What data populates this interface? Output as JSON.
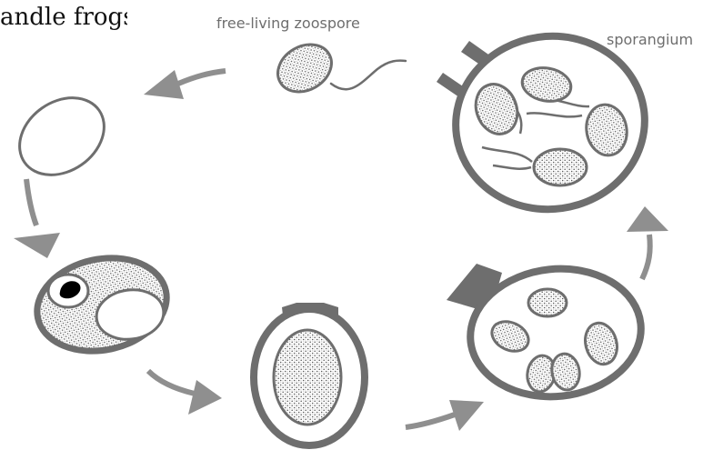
{
  "caption": {
    "text": "andle frogs."
  },
  "labels": {
    "zoospore": "free-living zoospore",
    "sporangium": "sporangium"
  },
  "colors": {
    "wall": "#6e6e6e",
    "arrow": "#8f8f8f",
    "fill_stipple": "#d9d9d9",
    "nucleus": "#000000",
    "background": "#ffffff"
  }
}
